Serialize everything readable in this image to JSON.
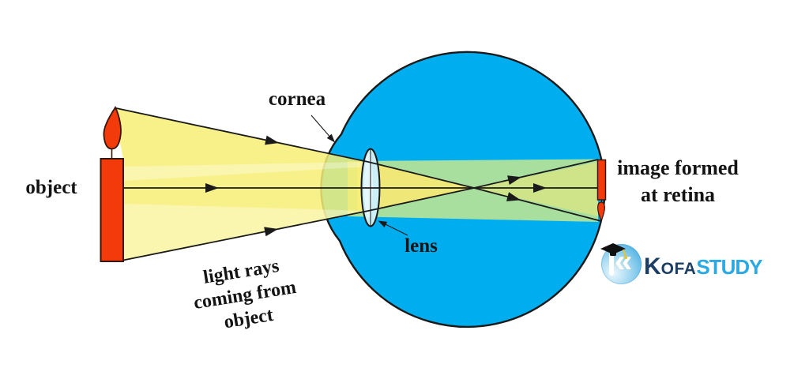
{
  "labels": {
    "object": "object",
    "cornea": "cornea",
    "lens": "lens",
    "light_rays_line1": "light rays",
    "light_rays_line2": "coming from",
    "light_rays_line3": "object",
    "image_line1": "image formed",
    "image_line2": "at retina"
  },
  "logo": {
    "k": "K",
    "ofa": "OFA",
    "study": "STUDY",
    "chevrons": "«"
  },
  "colors": {
    "eye_blue": "#00AEEF",
    "beam_yellow": "#F7EE75",
    "inner_green": "#A8DF9E",
    "inner_yellow": "#EFE878",
    "lens_cyan": "#CDEFF6",
    "candle_red": "#F23A0A",
    "outline": "#1A1A1A",
    "logo_navy": "#1C3E64",
    "logo_blue": "#2BA9E2"
  }
}
